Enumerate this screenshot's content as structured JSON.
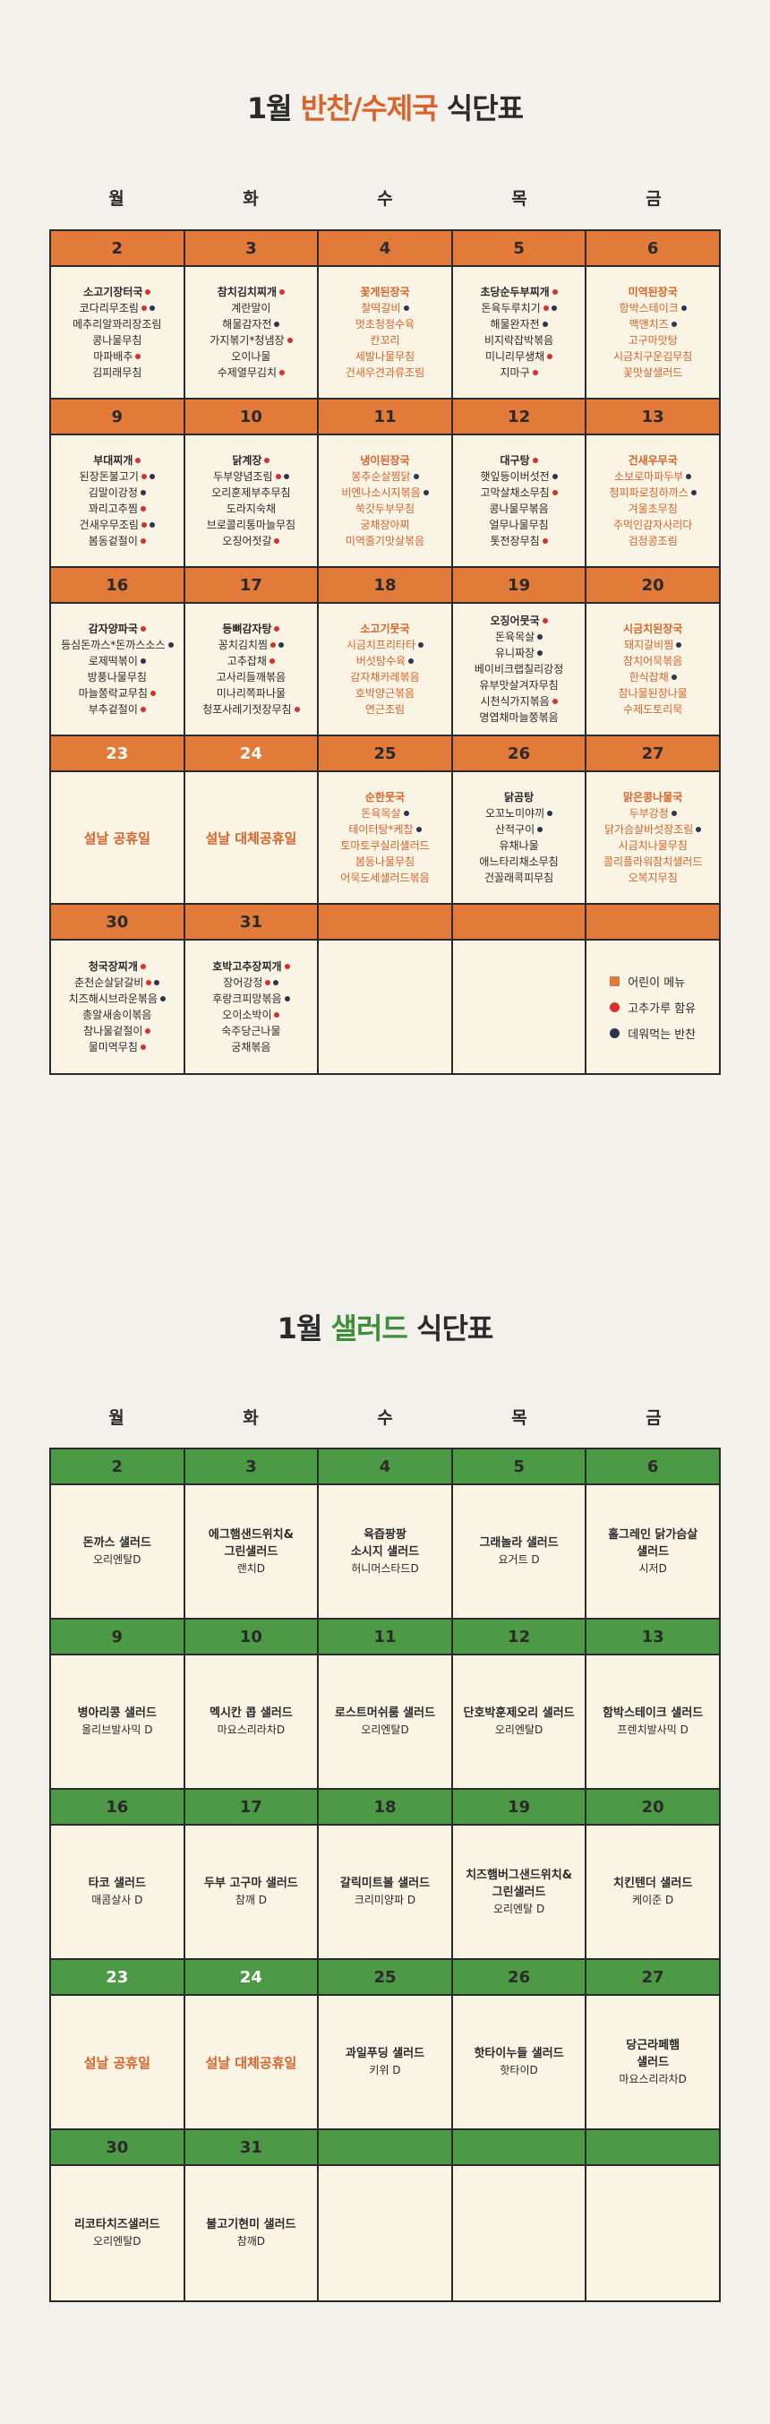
{
  "banchan": {
    "title_prefix": "1월 ",
    "title_accent": "반찬/수제국",
    "title_suffix": " 식단표",
    "days": [
      "월",
      "화",
      "수",
      "목",
      "금"
    ],
    "legend": [
      {
        "icon": "kids-menu-square",
        "label": "어린이 메뉴",
        "color": "#e27a3a"
      },
      {
        "icon": "red-pepper-dot",
        "label": "고추가루 함유",
        "color": "#d9302b"
      },
      {
        "icon": "heat-dot",
        "label": "데워먹는 반찬",
        "color": "#2b3550"
      }
    ],
    "weeks": [
      {
        "dates": [
          "2",
          "3",
          "4",
          "5",
          "6"
        ],
        "cells": [
          {
            "lines": [
              {
                "t": "소고기장터국",
                "b": true,
                "d": [
                  "red"
                ]
              },
              {
                "t": "코다리무조림",
                "d": [
                  "red",
                  "navy"
                ]
              },
              {
                "t": "메추리알꽈리장조림"
              },
              {
                "t": "콩나물무침"
              },
              {
                "t": "마파배추",
                "d": [
                  "red"
                ]
              },
              {
                "t": "김피래무침"
              }
            ]
          },
          {
            "lines": [
              {
                "t": "참치김치찌개",
                "b": true,
                "d": [
                  "red"
                ]
              },
              {
                "t": "계란말이"
              },
              {
                "t": "해물감자전",
                "d": [
                  "navy"
                ]
              },
              {
                "t": "가지볶기*청냄장",
                "d": [
                  "red"
                ]
              },
              {
                "t": "오이나물"
              },
              {
                "t": "수제열무김치",
                "d": [
                  "red"
                ]
              }
            ]
          },
          {
            "kid": true,
            "lines": [
              {
                "t": "꽃게된장국",
                "b": true
              },
              {
                "t": "찰떡갈비",
                "d": [
                  "navy"
                ]
              },
              {
                "t": "멋초청정수육"
              },
              {
                "t": "칸꼬리"
              },
              {
                "t": "세발나물무침"
              },
              {
                "t": "건새우견과류조림"
              }
            ]
          },
          {
            "lines": [
              {
                "t": "초당순두부찌개",
                "b": true,
                "d": [
                  "red"
                ]
              },
              {
                "t": "돈육두루치기",
                "d": [
                  "red",
                  "navy"
                ]
              },
              {
                "t": "해물완자전",
                "d": [
                  "navy"
                ]
              },
              {
                "t": "비지락잡박볶음"
              },
              {
                "t": "미니리무생채",
                "d": [
                  "red"
                ]
              },
              {
                "t": "지마구",
                "d": [
                  "red"
                ]
              }
            ]
          },
          {
            "kid": true,
            "lines": [
              {
                "t": "미역된장국",
                "b": true
              },
              {
                "t": "함박스테이크",
                "d": [
                  "navy"
                ]
              },
              {
                "t": "맥앤치즈",
                "d": [
                  "navy"
                ]
              },
              {
                "t": "고구마맛탕"
              },
              {
                "t": "시금치구운김무침"
              },
              {
                "t": "꽃맛살샐러드"
              }
            ]
          }
        ]
      },
      {
        "dates": [
          "9",
          "10",
          "11",
          "12",
          "13"
        ],
        "cells": [
          {
            "lines": [
              {
                "t": "부대찌개",
                "b": true,
                "d": [
                  "red"
                ]
              },
              {
                "t": "된장돈불고기",
                "d": [
                  "red",
                  "navy"
                ]
              },
              {
                "t": "김말이강정",
                "d": [
                  "navy"
                ]
              },
              {
                "t": "꽈리고추찜",
                "d": [
                  "red"
                ]
              },
              {
                "t": "건새우무조림",
                "d": [
                  "red",
                  "navy"
                ]
              },
              {
                "t": "봄동겉절이",
                "d": [
                  "red"
                ]
              }
            ]
          },
          {
            "lines": [
              {
                "t": "닭계장",
                "b": true,
                "d": [
                  "red"
                ]
              },
              {
                "t": "두부양념조림",
                "d": [
                  "red",
                  "navy"
                ]
              },
              {
                "t": "오리훈제부추무침"
              },
              {
                "t": "도라지숙채"
              },
              {
                "t": "브로콜리통마늘무침"
              },
              {
                "t": "오징어젓갈",
                "d": [
                  "red"
                ]
              }
            ]
          },
          {
            "kid": true,
            "lines": [
              {
                "t": "냉이된장국",
                "b": true
              },
              {
                "t": "봉추순살찜닭",
                "d": [
                  "navy"
                ]
              },
              {
                "t": "비엔나소시지볶음",
                "d": [
                  "navy"
                ]
              },
              {
                "t": "쑥갓두부무침"
              },
              {
                "t": "궁채장아찌"
              },
              {
                "t": "미역줄기맛살볶음"
              }
            ]
          },
          {
            "lines": [
              {
                "t": "대구탕",
                "b": true,
                "d": [
                  "red"
                ]
              },
              {
                "t": "햇잎등이버섯전",
                "d": [
                  "navy"
                ]
              },
              {
                "t": "고막살채소무침",
                "d": [
                  "red"
                ]
              },
              {
                "t": "콩나물무볶음"
              },
              {
                "t": "얼무나물무침"
              },
              {
                "t": "톳전장무침",
                "d": [
                  "red"
                ]
              }
            ]
          },
          {
            "kid": true,
            "lines": [
              {
                "t": "건새우무국",
                "b": true
              },
              {
                "t": "소보로마파두부",
                "d": [
                  "navy"
                ]
              },
              {
                "t": "청피파로칭하까스",
                "d": [
                  "navy"
                ]
              },
              {
                "t": "겨울초무침"
              },
              {
                "t": "주먹인감자사리다"
              },
              {
                "t": "검정콩조림"
              }
            ]
          }
        ]
      },
      {
        "dates": [
          "16",
          "17",
          "18",
          "19",
          "20"
        ],
        "cells": [
          {
            "lines": [
              {
                "t": "감자양파국",
                "b": true,
                "d": [
                  "red"
                ]
              },
              {
                "t": "등심돈까스*돈까스소스",
                "d": [
                  "navy"
                ]
              },
              {
                "t": "로제떡볶이",
                "d": [
                  "navy"
                ]
              },
              {
                "t": "방풍나물무침"
              },
              {
                "t": "마늘쫑락교무침",
                "d": [
                  "red"
                ]
              },
              {
                "t": "부추겉절이",
                "d": [
                  "red"
                ]
              }
            ]
          },
          {
            "lines": [
              {
                "t": "등뼈감자탕",
                "b": true,
                "d": [
                  "red"
                ]
              },
              {
                "t": "꽁치김치찜",
                "d": [
                  "red",
                  "navy"
                ]
              },
              {
                "t": "고추잡채",
                "d": [
                  "red"
                ]
              },
              {
                "t": "고사리들깨볶음"
              },
              {
                "t": "미나리쪽파나물"
              },
              {
                "t": "청포사레기젓장무침",
                "d": [
                  "red"
                ]
              }
            ]
          },
          {
            "kid": true,
            "lines": [
              {
                "t": "소고기뭇국",
                "b": true
              },
              {
                "t": "시금치프리타타",
                "d": [
                  "navy"
                ]
              },
              {
                "t": "버섯탕수육",
                "d": [
                  "navy"
                ]
              },
              {
                "t": "감자채카레볶음"
              },
              {
                "t": "호박양근볶음"
              },
              {
                "t": "연근조림"
              }
            ]
          },
          {
            "lines": [
              {
                "t": "오징어뭇국",
                "b": true,
                "d": [
                  "red"
                ]
              },
              {
                "t": "돈육목살",
                "d": [
                  "navy"
                ]
              },
              {
                "t": "유니짜장",
                "d": [
                  "navy"
                ]
              },
              {
                "t": "베이비크랩칠리강정"
              },
              {
                "t": "유부맛살겨자무침"
              },
              {
                "t": "시천식가지볶음",
                "d": [
                  "red"
                ]
              },
              {
                "t": "명엽채마늘쫑볶음"
              }
            ]
          },
          {
            "kid": true,
            "lines": [
              {
                "t": "시금치된장국",
                "b": true
              },
              {
                "t": "돼지갈비찜",
                "d": [
                  "navy"
                ]
              },
              {
                "t": "참치어묵볶음"
              },
              {
                "t": "한식잡채",
                "d": [
                  "navy"
                ]
              },
              {
                "t": "참나물된장나물"
              },
              {
                "t": "수제도토리묵"
              }
            ]
          }
        ]
      },
      {
        "dates": [
          "23",
          "24",
          "25",
          "26",
          "27"
        ],
        "holiday_dates": [
          0,
          1
        ],
        "cells": [
          {
            "holiday": "설날 공휴일"
          },
          {
            "holiday": "설날 대체공휴일"
          },
          {
            "kid": true,
            "lines": [
              {
                "t": "순한뭇국",
                "b": true
              },
              {
                "t": "돈육목살",
                "d": [
                  "navy"
                ]
              },
              {
                "t": "테이터탕*케찹",
                "d": [
                  "navy"
                ]
              },
              {
                "t": "토마토쿠실리샐러드"
              },
              {
                "t": "봄동나물무침"
              },
              {
                "t": "어묵도세샐러드볶음"
              }
            ]
          },
          {
            "lines": [
              {
                "t": "닭곰탕",
                "b": true
              },
              {
                "t": "오꼬노미야끼",
                "d": [
                  "navy"
                ]
              },
              {
                "t": "산적구이",
                "d": [
                  "navy"
                ]
              },
              {
                "t": "유채나물"
              },
              {
                "t": "애느타리채소무침"
              },
              {
                "t": "건꼴래콕피무침"
              }
            ]
          },
          {
            "kid": true,
            "lines": [
              {
                "t": "맑은콩나물국",
                "b": true
              },
              {
                "t": "두부강정",
                "d": [
                  "navy"
                ]
              },
              {
                "t": "닭가슴살바섯장조림",
                "d": [
                  "navy"
                ]
              },
              {
                "t": "시금치나물무침"
              },
              {
                "t": "콜리플라워참치샐러드"
              },
              {
                "t": "오복지무침"
              }
            ]
          }
        ]
      },
      {
        "dates": [
          "30",
          "31",
          "",
          "",
          ""
        ],
        "cells": [
          {
            "lines": [
              {
                "t": "청국장찌개",
                "b": true,
                "d": [
                  "red"
                ]
              },
              {
                "t": "춘천순살닭갈비",
                "d": [
                  "red",
                  "navy"
                ]
              },
              {
                "t": "치즈해시브라운볶음",
                "d": [
                  "navy"
                ]
              },
              {
                "t": "총알새송이볶음"
              },
              {
                "t": "참나물겉절이",
                "d": [
                  "red"
                ]
              },
              {
                "t": "물미역무침",
                "d": [
                  "red"
                ]
              }
            ]
          },
          {
            "lines": [
              {
                "t": "호박고추장찌개",
                "b": true,
                "d": [
                  "red"
                ]
              },
              {
                "t": "장어강정",
                "d": [
                  "red",
                  "navy"
                ]
              },
              {
                "t": "후랑크피망볶음",
                "d": [
                  "navy"
                ]
              },
              {
                "t": "오이소박이",
                "d": [
                  "red"
                ]
              },
              {
                "t": "숙주당근나물"
              },
              {
                "t": "궁채볶음"
              }
            ]
          },
          {
            "empty": true
          },
          {
            "empty": true
          },
          {
            "legend": true
          }
        ]
      }
    ]
  },
  "salad": {
    "title_prefix": "1월 ",
    "title_accent": "샐러드",
    "title_suffix": " 식단표",
    "days": [
      "월",
      "화",
      "수",
      "목",
      "금"
    ],
    "weeks": [
      {
        "dates": [
          "2",
          "3",
          "4",
          "5",
          "6"
        ],
        "cells": [
          {
            "name": [
              "돈까스 샐러드"
            ],
            "dressing": "오리엔탈D"
          },
          {
            "name": [
              "에그햄샌드위치&",
              "그린샐러드"
            ],
            "dressing": "랜치D"
          },
          {
            "name": [
              "육즙팡팡",
              "소시지 샐러드"
            ],
            "dressing": "허니머스타드D"
          },
          {
            "name": [
              "그래놀라 샐러드"
            ],
            "dressing": "요거트 D"
          },
          {
            "name": [
              "홀그레인 닭가슴살",
              "샐러드"
            ],
            "dressing": "시저D"
          }
        ]
      },
      {
        "dates": [
          "9",
          "10",
          "11",
          "12",
          "13"
        ],
        "cells": [
          {
            "name": [
              "병아리콩 샐러드"
            ],
            "dressing": "올리브발사믹 D"
          },
          {
            "name": [
              "멕시칸 콥 샐러드"
            ],
            "dressing": "마요스리라차D"
          },
          {
            "name": [
              "로스트머쉬룸 샐러드"
            ],
            "dressing": "오리엔탈D"
          },
          {
            "name": [
              "단호박훈제오리 샐러드"
            ],
            "dressing": "오리엔탈D"
          },
          {
            "name": [
              "함박스테이크 샐러드"
            ],
            "dressing": "프렌치발사믹 D"
          }
        ]
      },
      {
        "dates": [
          "16",
          "17",
          "18",
          "19",
          "20"
        ],
        "cells": [
          {
            "name": [
              "타코 샐러드"
            ],
            "dressing": "매콤살사 D"
          },
          {
            "name": [
              "두부 고구마 샐러드"
            ],
            "dressing": "참깨 D"
          },
          {
            "name": [
              "갈릭미트볼 샐러드"
            ],
            "dressing": "크리미양파 D"
          },
          {
            "name": [
              "치즈햄버그샌드위치&",
              "그린샐러드"
            ],
            "dressing": "오리엔탈 D"
          },
          {
            "name": [
              "치킨텐더 샐러드"
            ],
            "dressing": "케이준 D"
          }
        ]
      },
      {
        "dates": [
          "23",
          "24",
          "25",
          "26",
          "27"
        ],
        "holiday_dates": [
          0,
          1
        ],
        "cells": [
          {
            "holiday": "설날 공휴일"
          },
          {
            "holiday": "설날 대체공휴일"
          },
          {
            "name": [
              "과일푸딩 샐러드"
            ],
            "dressing": "키위 D"
          },
          {
            "name": [
              "핫타이누들 샐러드"
            ],
            "dressing": "핫타이D"
          },
          {
            "name": [
              "당근라페햄",
              "샐러드"
            ],
            "dressing": "마요스리라차D"
          }
        ]
      },
      {
        "dates": [
          "30",
          "31",
          "",
          "",
          ""
        ],
        "cells": [
          {
            "name": [
              "리코타치즈샐러드"
            ],
            "dressing": "오리엔탈D"
          },
          {
            "name": [
              "불고기현미 샐러드"
            ],
            "dressing": "참깨D"
          },
          {
            "empty": true
          },
          {
            "empty": true
          },
          {
            "empty": true
          }
        ]
      }
    ]
  }
}
